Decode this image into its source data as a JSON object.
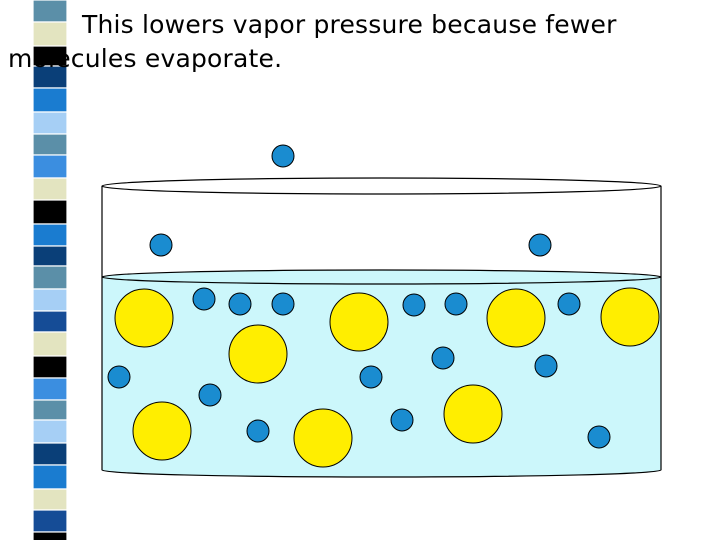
{
  "slide": {
    "caption": "This lowers vapor pressure because fewer molecules evaporate."
  },
  "colors": {
    "stripe": [
      "#5b8fa8",
      "#e3e4c0",
      "#000000",
      "#0a3f78",
      "#1a7cd0",
      "#a6cff5",
      "#3b8ee0",
      "#154c96"
    ],
    "water_fill": "#ccf7fb",
    "vapor_molecule": "#1a8cd0",
    "solute_particle": "#ffee00",
    "outline": "#000000"
  },
  "icons": {
    "molecule": "small-blue-circle",
    "solute": "large-yellow-circle",
    "container": "open-cylinder-beaker"
  }
}
